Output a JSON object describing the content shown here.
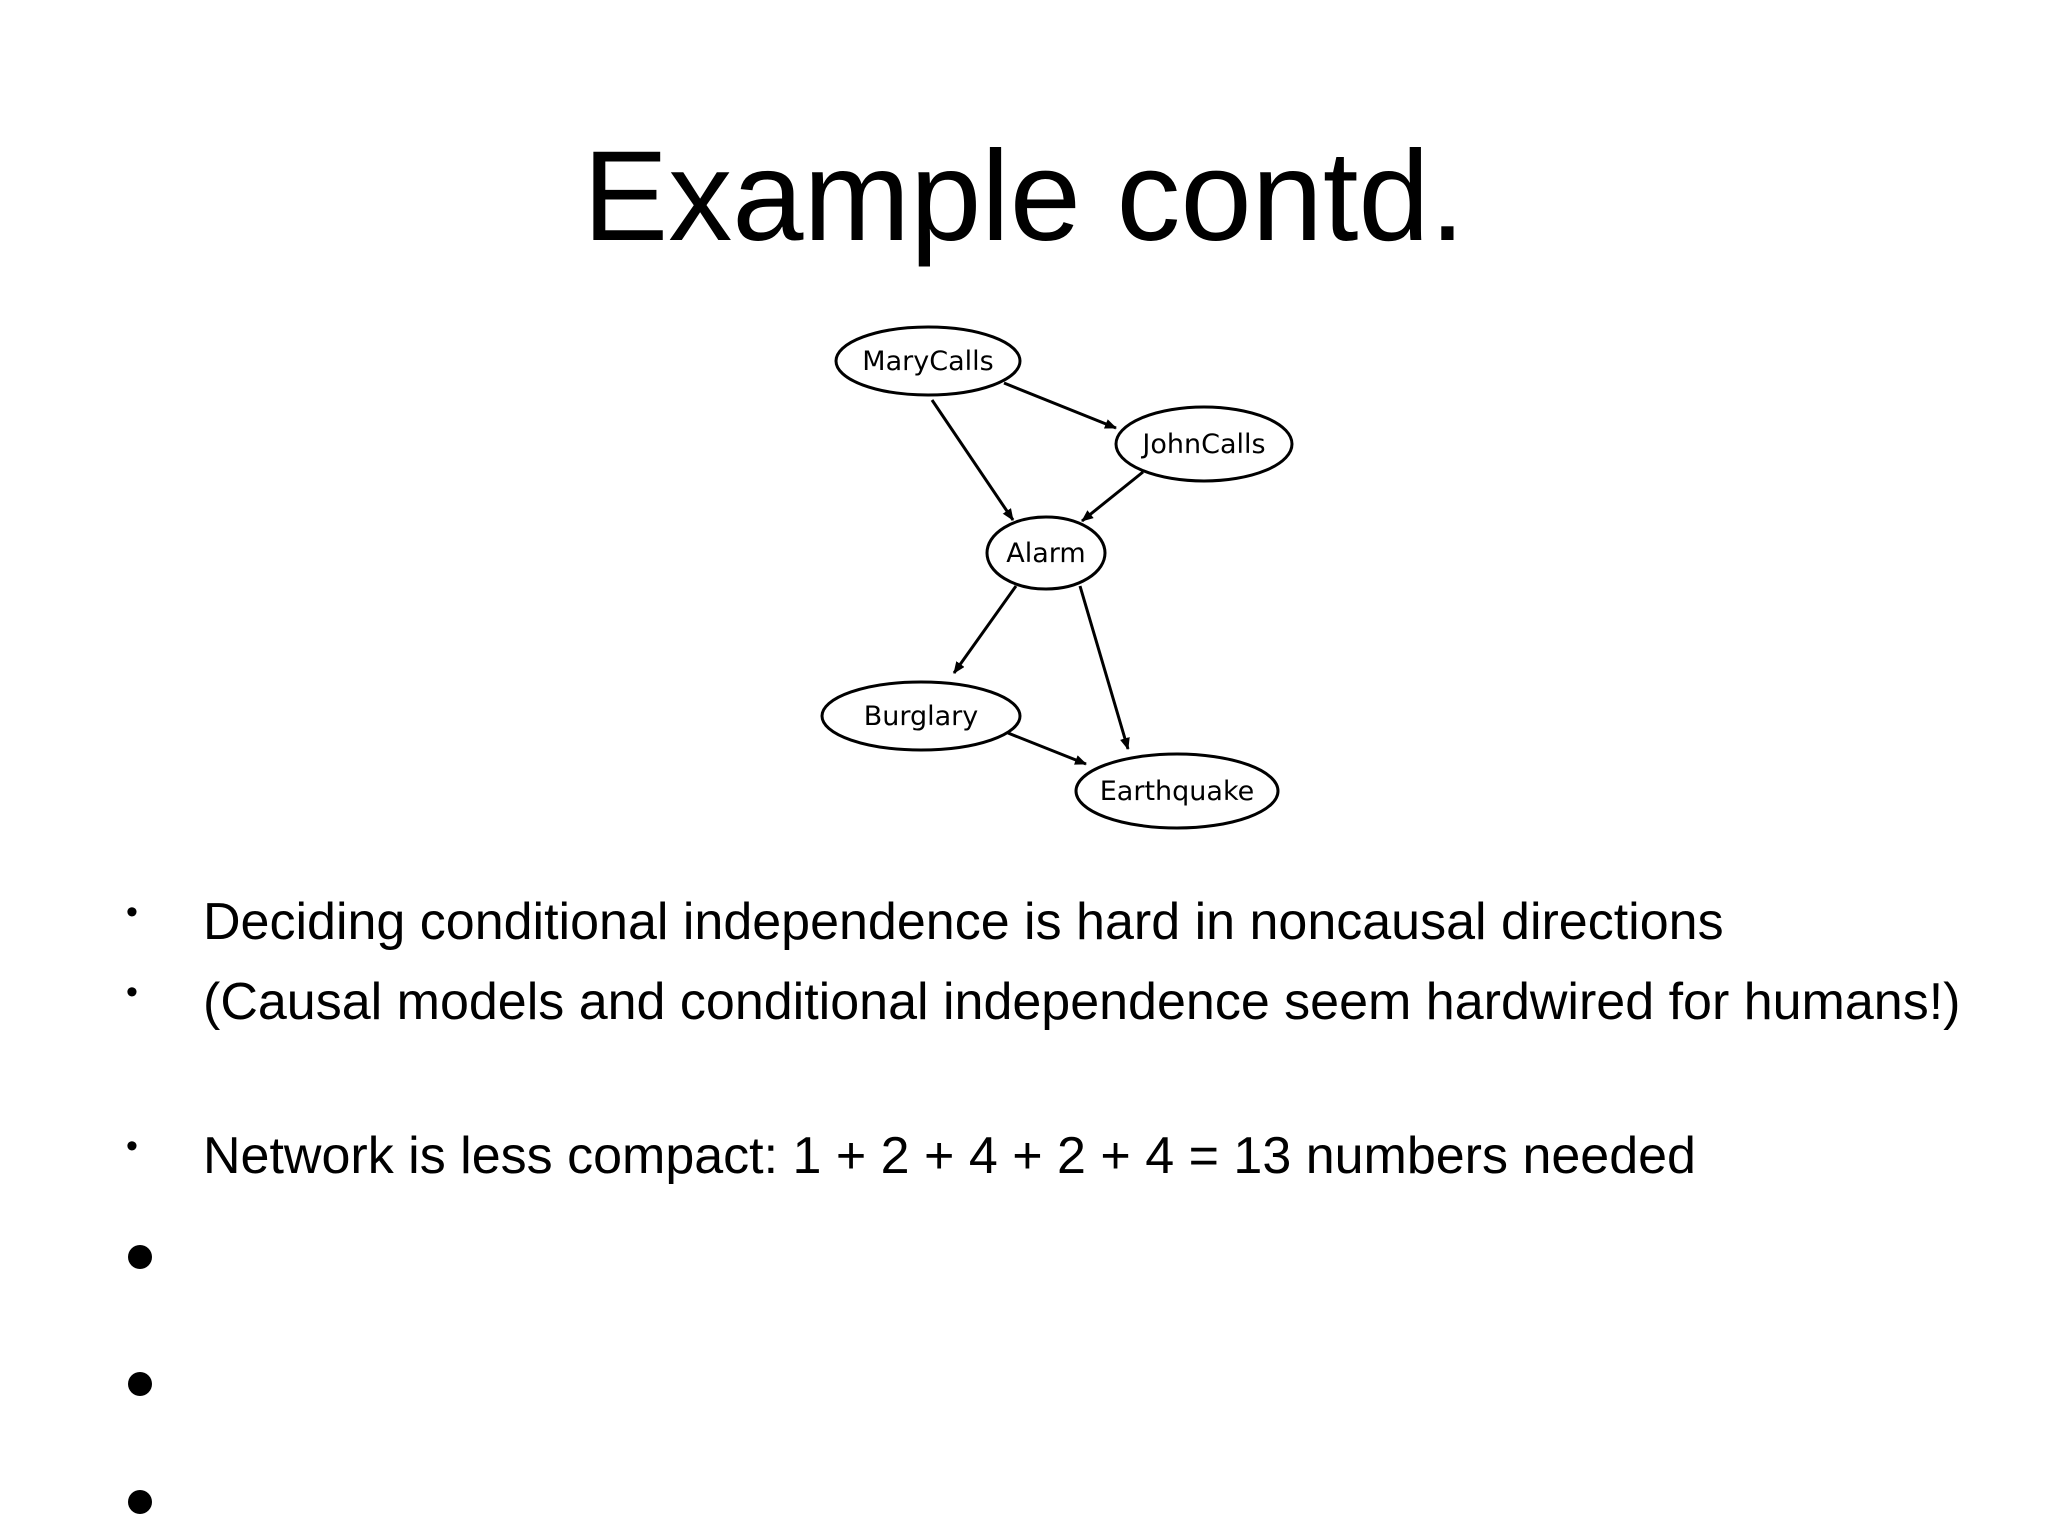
{
  "slide": {
    "title": "Example contd."
  },
  "diagram": {
    "nodes": [
      {
        "id": "marycalls",
        "label": "MaryCalls"
      },
      {
        "id": "johncalls",
        "label": "JohnCalls"
      },
      {
        "id": "alarm",
        "label": "Alarm"
      },
      {
        "id": "burglary",
        "label": "Burglary"
      },
      {
        "id": "earthquake",
        "label": "Earthquake"
      }
    ],
    "edges": [
      {
        "from": "MaryCalls",
        "to": "JohnCalls"
      },
      {
        "from": "MaryCalls",
        "to": "Alarm"
      },
      {
        "from": "JohnCalls",
        "to": "Alarm"
      },
      {
        "from": "Alarm",
        "to": "Burglary"
      },
      {
        "from": "Alarm",
        "to": "Earthquake"
      },
      {
        "from": "Burglary",
        "to": "Earthquake"
      }
    ]
  },
  "bullets": [
    "Deciding conditional independence is hard in noncausal directions",
    "(Causal models and conditional independence seem hardwired for humans!)",
    "Network is less compact: 1 + 2 + 4 + 2 + 4 = 13 numbers needed"
  ]
}
